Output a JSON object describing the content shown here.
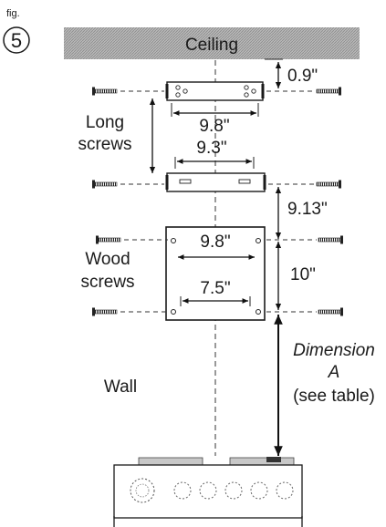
{
  "figure": {
    "label": "fig.",
    "number": "5"
  },
  "ceiling": {
    "label": "Ceiling"
  },
  "labels": {
    "long_screws_1": "Long",
    "long_screws_2": "screws",
    "wood_screws_1": "Wood",
    "wood_screws_2": "screws",
    "wall": "Wall",
    "dimension_a_1": "Dimension",
    "dimension_a_2": "A",
    "dimension_a_3": "(see table)"
  },
  "dimensions": {
    "ceiling_gap": "0.9\"",
    "top_bracket_width": "9.8\"",
    "lower_bracket_width": "9.3\"",
    "bracket_spacing": "9.13\"",
    "plate_top_width": "9.8\"",
    "plate_hole_spacing": "10\"",
    "plate_bottom_width": "7.5\""
  }
}
